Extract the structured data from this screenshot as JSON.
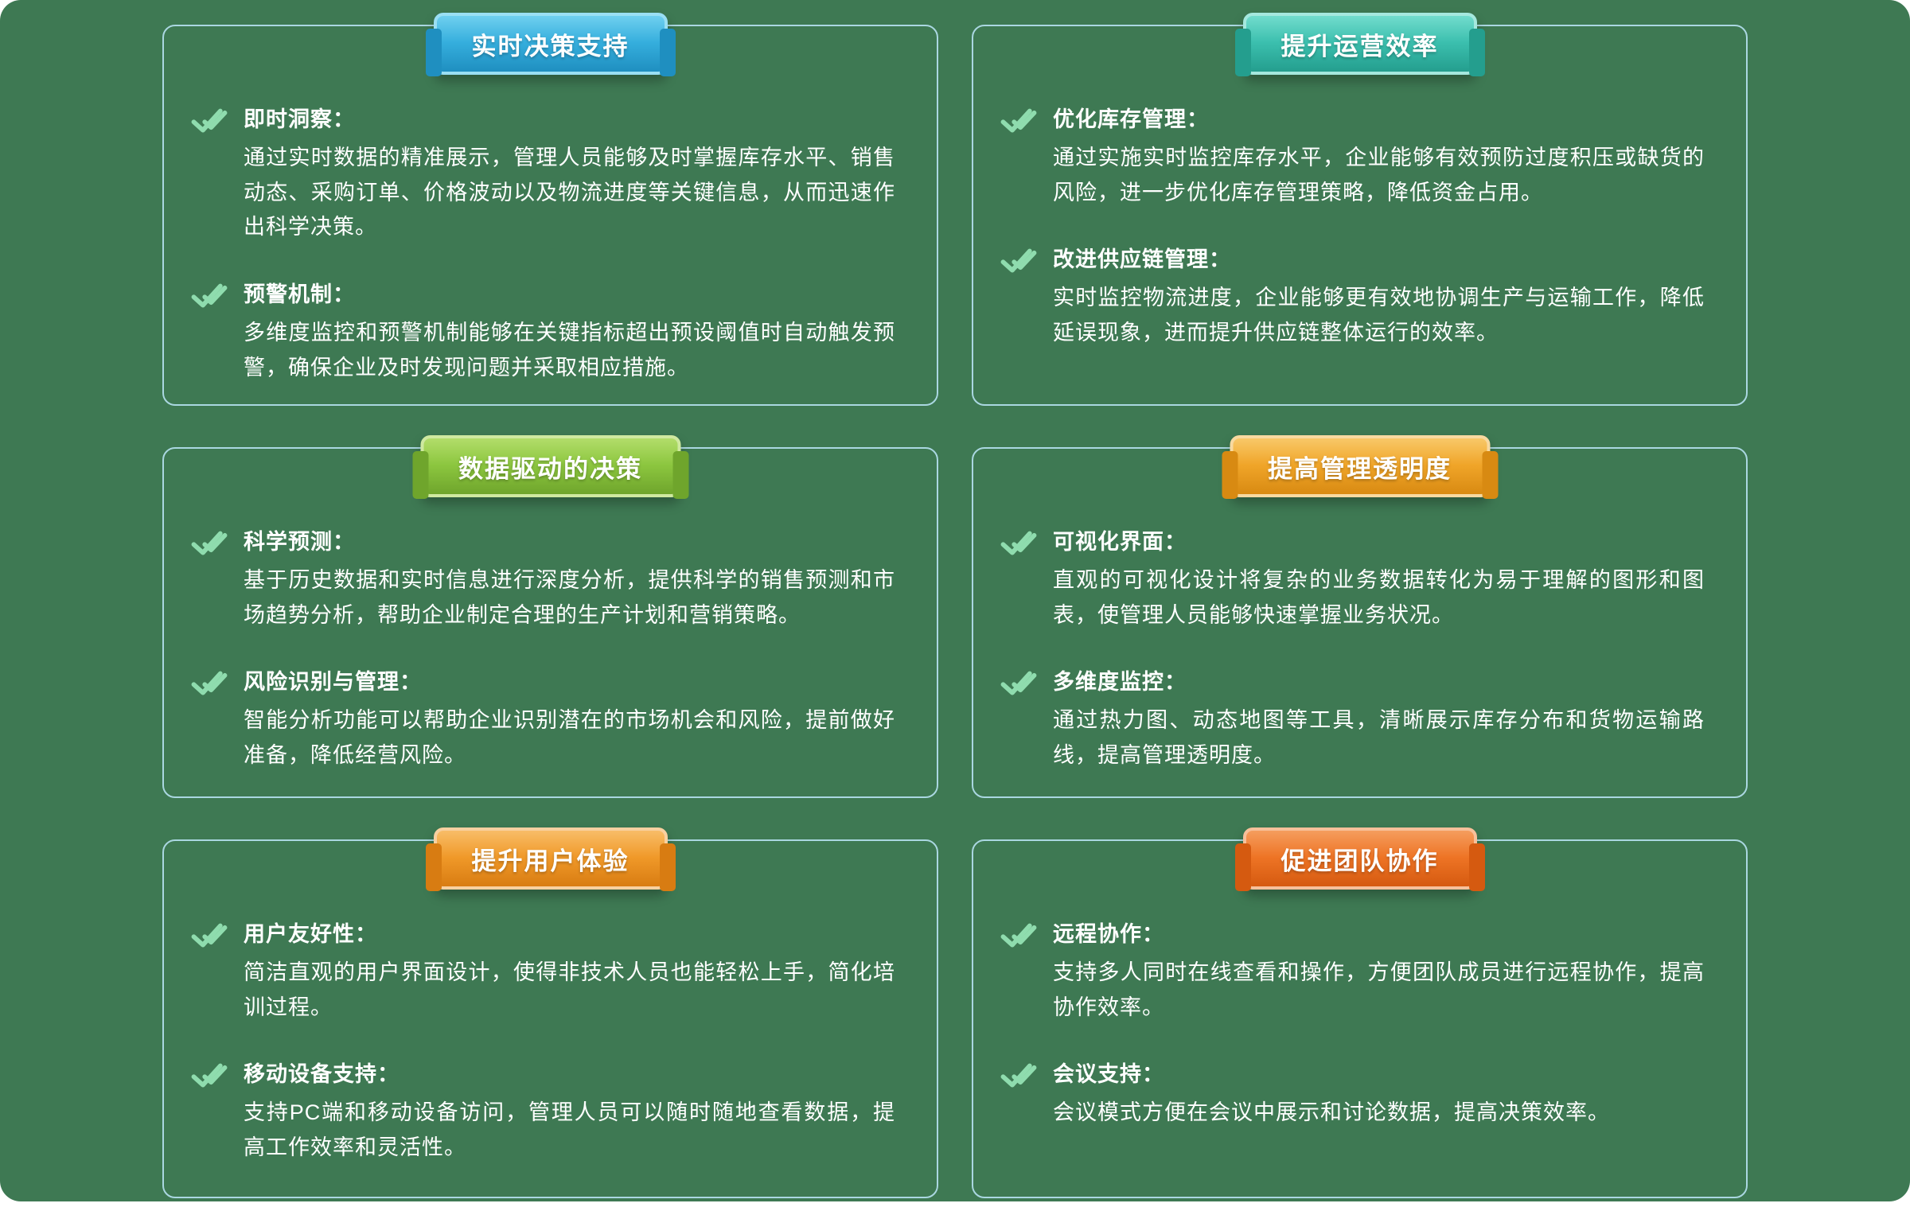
{
  "page": {
    "background": "#3e7953",
    "card_border": "#aad7e1",
    "check_color": "#8fdcae",
    "text_color": "#ffffff"
  },
  "cards": [
    {
      "title": "实时决策支持",
      "badge": {
        "main": "#35aedd",
        "light": "#6fd0ef",
        "dark": "#1f8fc0",
        "glow": "#9adff3"
      },
      "items": [
        {
          "heading": "即时洞察：",
          "body": "通过实时数据的精准展示，管理人员能够及时掌握库存水平、销售动态、采购订单、价格波动以及物流进度等关键信息，从而迅速作出科学决策。"
        },
        {
          "heading": "预警机制：",
          "body": "多维度监控和预警机制能够在关键指标超出预设阈值时自动触发预警，确保企业及时发现问题并采取相应措施。"
        }
      ]
    },
    {
      "title": "提升运营效率",
      "badge": {
        "main": "#3bbfae",
        "light": "#72dccd",
        "dark": "#249e8e",
        "glow": "#a5e8de"
      },
      "items": [
        {
          "heading": "优化库存管理：",
          "body": "通过实施实时监控库存水平，企业能够有效预防过度积压或缺货的风险，进一步优化库存管理策略，降低资金占用。"
        },
        {
          "heading": "改进供应链管理：",
          "body": "实时监控物流进度，企业能够更有效地协调生产与运输工作，降低延误现象，进而提升供应链整体运行的效率。"
        }
      ]
    },
    {
      "title": "数据驱动的决策",
      "badge": {
        "main": "#8cc63f",
        "light": "#b2dd6a",
        "dark": "#6fa52c",
        "glow": "#cfe9a0"
      },
      "items": [
        {
          "heading": "科学预测：",
          "body": "基于历史数据和实时信息进行深度分析，提供科学的销售预测和市场趋势分析，帮助企业制定合理的生产计划和营销策略。"
        },
        {
          "heading": "风险识别与管理：",
          "body": "智能分析功能可以帮助企业识别潜在的市场机会和风险，提前做好准备，降低经营风险。"
        }
      ]
    },
    {
      "title": "提高管理透明度",
      "badge": {
        "main": "#f0a529",
        "light": "#f8c868",
        "dark": "#d88a12",
        "glow": "#f8d9a0"
      },
      "items": [
        {
          "heading": "可视化界面：",
          "body": "直观的可视化设计将复杂的业务数据转化为易于理解的图形和图表，使管理人员能够快速掌握业务状况。"
        },
        {
          "heading": "多维度监控：",
          "body": "通过热力图、动态地图等工具，清晰展示库存分布和货物运输路线，提高管理透明度。"
        }
      ]
    },
    {
      "title": "提升用户体验",
      "badge": {
        "main": "#f09929",
        "light": "#f8bd68",
        "dark": "#d87c12",
        "glow": "#f8d0a0"
      },
      "items": [
        {
          "heading": "用户友好性：",
          "body": "简洁直观的用户界面设计，使得非技术人员也能轻松上手，简化培训过程。"
        },
        {
          "heading": "移动设备支持：",
          "body": "支持PC端和移动设备访问，管理人员可以随时随地查看数据，提高工作效率和灵活性。"
        }
      ]
    },
    {
      "title": "促进团队协作",
      "badge": {
        "main": "#ee7425",
        "light": "#f59d5e",
        "dark": "#d55a10",
        "glow": "#f7c09a"
      },
      "items": [
        {
          "heading": "远程协作：",
          "body": "支持多人同时在线查看和操作，方便团队成员进行远程协作，提高协作效率。"
        },
        {
          "heading": "会议支持：",
          "body": "会议模式方便在会议中展示和讨论数据，提高决策效率。"
        }
      ]
    }
  ]
}
